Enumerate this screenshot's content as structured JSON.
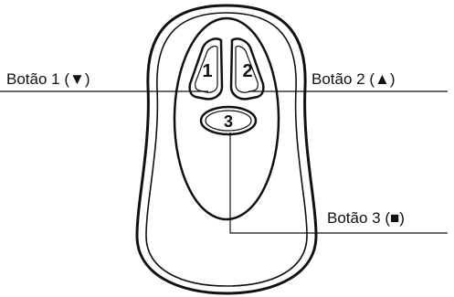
{
  "diagram": {
    "labels": {
      "button1": "Botão 1 (▼)",
      "button2": "Botão 2 (▲)",
      "button3": "Botão 3 (■)"
    },
    "buttons": {
      "b1": "1",
      "b2": "2",
      "b3": "3"
    }
  }
}
